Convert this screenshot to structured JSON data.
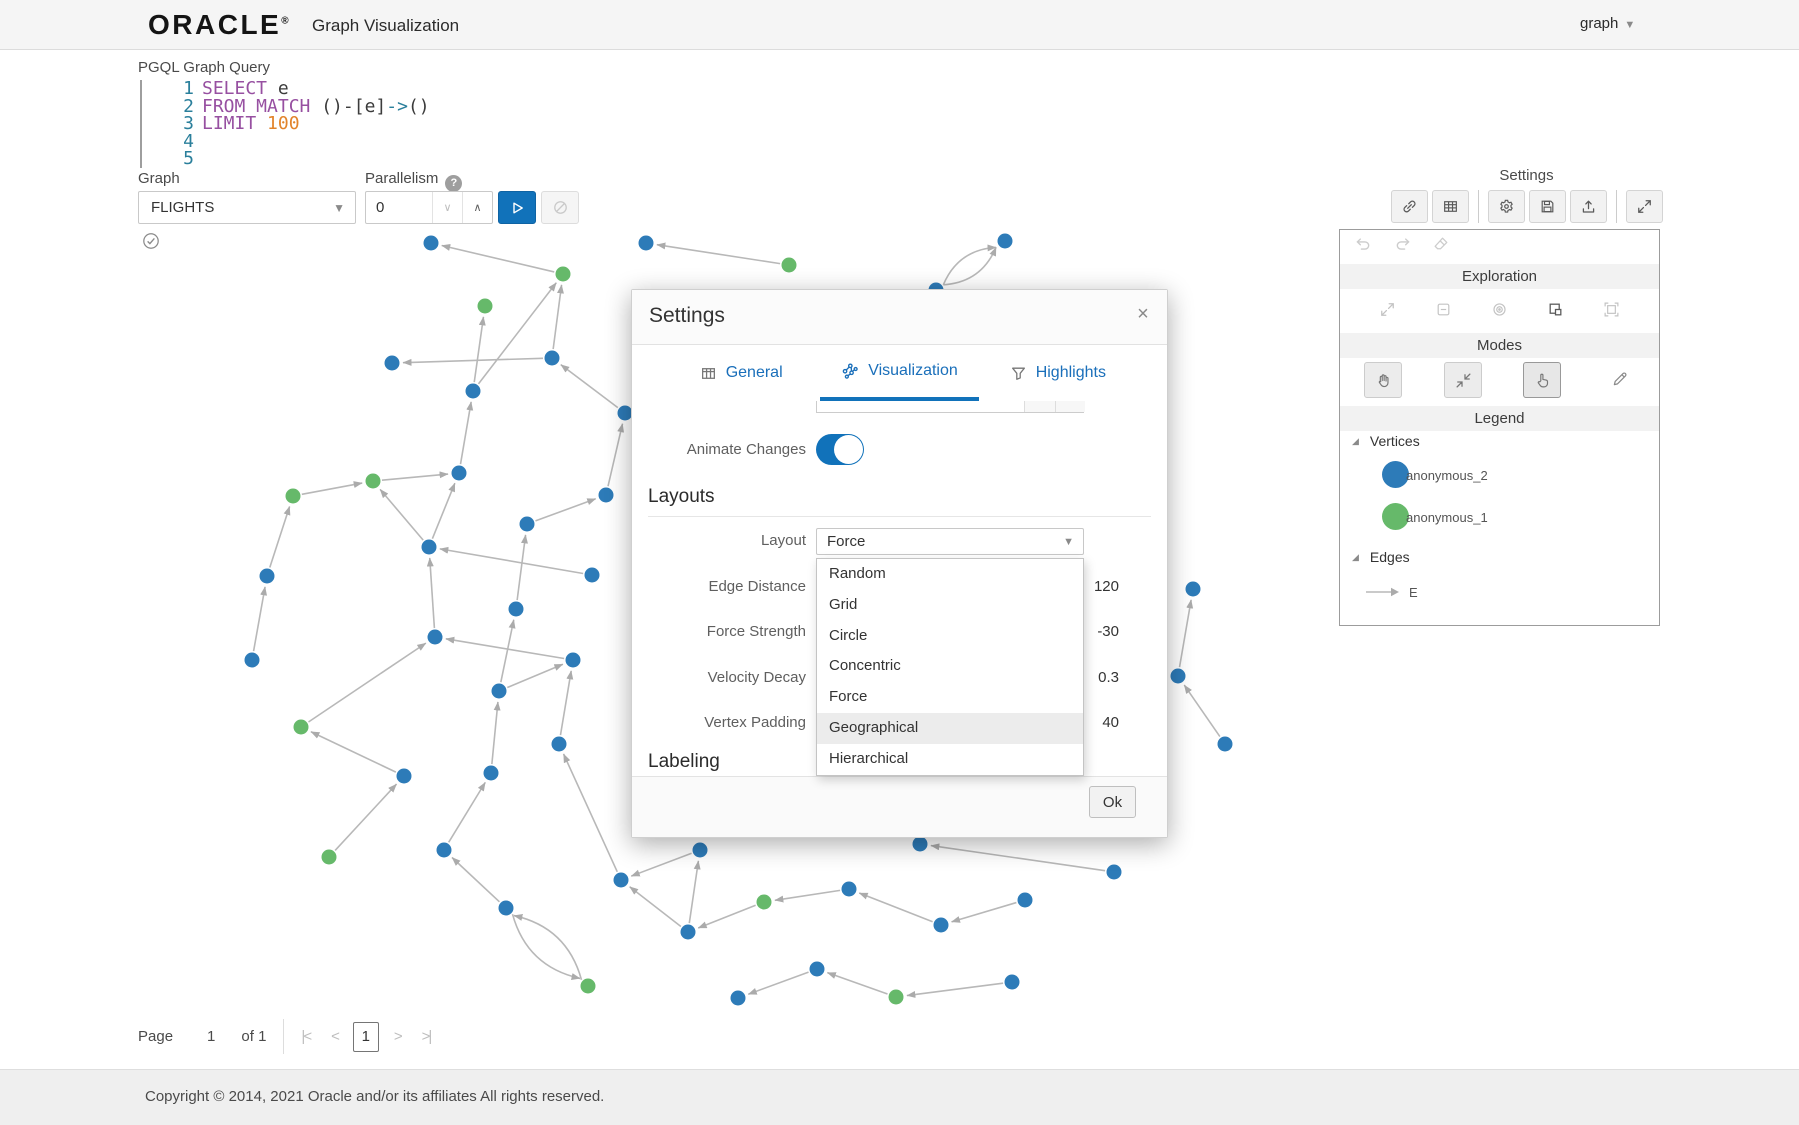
{
  "header": {
    "brand": "ORACLE",
    "registered": "®",
    "app_title": "Graph Visualization",
    "graph_menu_label": "graph"
  },
  "query": {
    "label": "PGQL Graph Query",
    "lines": [
      {
        "num": "1",
        "tokens": [
          {
            "text": "SELECT ",
            "cls": "kw"
          },
          {
            "text": "e",
            "cls": "pl"
          }
        ]
      },
      {
        "num": "2",
        "tokens": [
          {
            "text": "FROM MATCH ",
            "cls": "kw"
          },
          {
            "text": "()-[e]",
            "cls": "pl"
          },
          {
            "text": "->",
            "cls": "op"
          },
          {
            "text": "()",
            "cls": "pl"
          }
        ]
      },
      {
        "num": "3",
        "tokens": [
          {
            "text": "LIMIT ",
            "cls": "kw"
          },
          {
            "text": "100",
            "cls": "num"
          }
        ]
      },
      {
        "num": "4",
        "tokens": []
      },
      {
        "num": "5",
        "tokens": []
      }
    ]
  },
  "controls": {
    "graph_label": "Graph",
    "graph_value": "FLIGHTS",
    "parallelism_label": "Parallelism",
    "help_icon": "?",
    "parallelism_value": "0"
  },
  "modal": {
    "title": "Settings",
    "close": "×",
    "tabs": [
      {
        "label": "General"
      },
      {
        "label": "Visualization"
      },
      {
        "label": "Highlights"
      }
    ],
    "animate_label": "Animate Changes",
    "animate_on": true,
    "layouts_heading": "Layouts",
    "layout_label": "Layout",
    "layout_value": "Force",
    "layout_options": [
      "Random",
      "Grid",
      "Circle",
      "Concentric",
      "Force",
      "Geographical",
      "Hierarchical"
    ],
    "highlighted_option": "Geographical",
    "rows": [
      {
        "label": "Edge Distance",
        "value": "120"
      },
      {
        "label": "Force Strength",
        "value": "-30"
      },
      {
        "label": "Velocity Decay",
        "value": "0.3"
      },
      {
        "label": "Vertex Padding",
        "value": "40"
      }
    ],
    "labeling_heading": "Labeling",
    "ok_label": "Ok"
  },
  "right_panel": {
    "settings_label": "Settings",
    "toolbar_icons": [
      "link-icon",
      "table-icon",
      "gear-icon",
      "save-icon",
      "upload-icon",
      "expand-icon"
    ],
    "history_icons": [
      "undo-icon",
      "redo-icon",
      "eraser-icon"
    ],
    "exploration_heading": "Exploration",
    "exploration_icons": [
      "expand-icon",
      "collapse-box-icon",
      "target-icon",
      "fit-selection-icon",
      "fit-screen-icon"
    ],
    "modes_heading": "Modes",
    "mode_icons": [
      "pan-hand-icon",
      "shrink-icon",
      "select-pointer-icon",
      "edit-pencil-icon"
    ],
    "legend_heading": "Legend",
    "vertices_heading": "Vertices",
    "vertices": [
      {
        "label": "anonymous_2",
        "color": "#2d7bb8"
      },
      {
        "label": "anonymous_1",
        "color": "#66b96a"
      }
    ],
    "edges_heading": "Edges",
    "edge_items": [
      {
        "label": "E"
      }
    ]
  },
  "graph": {
    "colors": {
      "b": "#2d7bb8",
      "g": "#66b96a",
      "edge": "#b8b8b8",
      "arrow": "#ababab"
    },
    "nodes": [
      [
        431,
        243,
        "b"
      ],
      [
        646,
        243,
        "b"
      ],
      [
        1005,
        241,
        "b"
      ],
      [
        789,
        265,
        "g"
      ],
      [
        563,
        274,
        "g"
      ],
      [
        936,
        290,
        "b"
      ],
      [
        485,
        306,
        "g"
      ],
      [
        392,
        363,
        "b"
      ],
      [
        552,
        358,
        "b"
      ],
      [
        473,
        391,
        "b"
      ],
      [
        625,
        413,
        "b"
      ],
      [
        459,
        473,
        "b"
      ],
      [
        373,
        481,
        "g"
      ],
      [
        606,
        495,
        "b"
      ],
      [
        293,
        496,
        "g"
      ],
      [
        527,
        524,
        "b"
      ],
      [
        429,
        547,
        "b"
      ],
      [
        267,
        576,
        "b"
      ],
      [
        592,
        575,
        "b"
      ],
      [
        516,
        609,
        "b"
      ],
      [
        435,
        637,
        "b"
      ],
      [
        252,
        660,
        "b"
      ],
      [
        573,
        660,
        "b"
      ],
      [
        499,
        691,
        "b"
      ],
      [
        301,
        727,
        "g"
      ],
      [
        404,
        776,
        "b"
      ],
      [
        491,
        773,
        "b"
      ],
      [
        559,
        744,
        "b"
      ],
      [
        329,
        857,
        "g"
      ],
      [
        444,
        850,
        "b"
      ],
      [
        621,
        880,
        "b"
      ],
      [
        700,
        850,
        "b"
      ],
      [
        920,
        844,
        "b"
      ],
      [
        1114,
        872,
        "b"
      ],
      [
        506,
        908,
        "b"
      ],
      [
        588,
        986,
        "g"
      ],
      [
        688,
        932,
        "b"
      ],
      [
        764,
        902,
        "g"
      ],
      [
        849,
        889,
        "b"
      ],
      [
        941,
        925,
        "b"
      ],
      [
        1025,
        900,
        "b"
      ],
      [
        738,
        998,
        "b"
      ],
      [
        817,
        969,
        "b"
      ],
      [
        896,
        997,
        "g"
      ],
      [
        1012,
        982,
        "b"
      ],
      [
        1193,
        589,
        "b"
      ],
      [
        1178,
        676,
        "b"
      ],
      [
        1225,
        744,
        "b"
      ]
    ],
    "edges": [
      [
        4,
        0
      ],
      [
        3,
        1
      ],
      [
        8,
        4
      ],
      [
        9,
        6
      ],
      [
        10,
        8
      ],
      [
        8,
        7
      ],
      [
        11,
        9
      ],
      [
        13,
        10
      ],
      [
        12,
        11
      ],
      [
        14,
        12
      ],
      [
        15,
        13
      ],
      [
        16,
        12
      ],
      [
        17,
        14
      ],
      [
        18,
        16
      ],
      [
        19,
        15
      ],
      [
        20,
        16
      ],
      [
        21,
        17
      ],
      [
        22,
        20
      ],
      [
        23,
        19
      ],
      [
        24,
        20
      ],
      [
        25,
        24
      ],
      [
        26,
        23
      ],
      [
        27,
        22
      ],
      [
        28,
        25
      ],
      [
        29,
        26
      ],
      [
        30,
        27
      ],
      [
        31,
        30
      ],
      [
        33,
        32
      ],
      [
        34,
        29
      ],
      [
        36,
        31
      ],
      [
        37,
        36
      ],
      [
        38,
        37
      ],
      [
        39,
        38
      ],
      [
        40,
        39
      ],
      [
        42,
        41
      ],
      [
        43,
        42
      ],
      [
        44,
        43
      ],
      [
        46,
        45
      ],
      [
        47,
        46
      ],
      [
        36,
        30
      ],
      [
        9,
        4
      ],
      [
        16,
        11
      ],
      [
        23,
        22
      ],
      [
        34,
        35,
        28
      ],
      [
        35,
        34,
        28
      ],
      [
        5,
        2,
        20
      ],
      [
        5,
        2,
        -20
      ]
    ]
  },
  "pagination": {
    "page_label": "Page",
    "current": "1",
    "of_label": "of 1",
    "first": "|<",
    "prev": "<",
    "boxed_page": "1",
    "next": ">",
    "last": ">|"
  },
  "footer": {
    "copyright": "Copyright © 2014, 2021 Oracle and/or its affiliates All rights reserved."
  }
}
